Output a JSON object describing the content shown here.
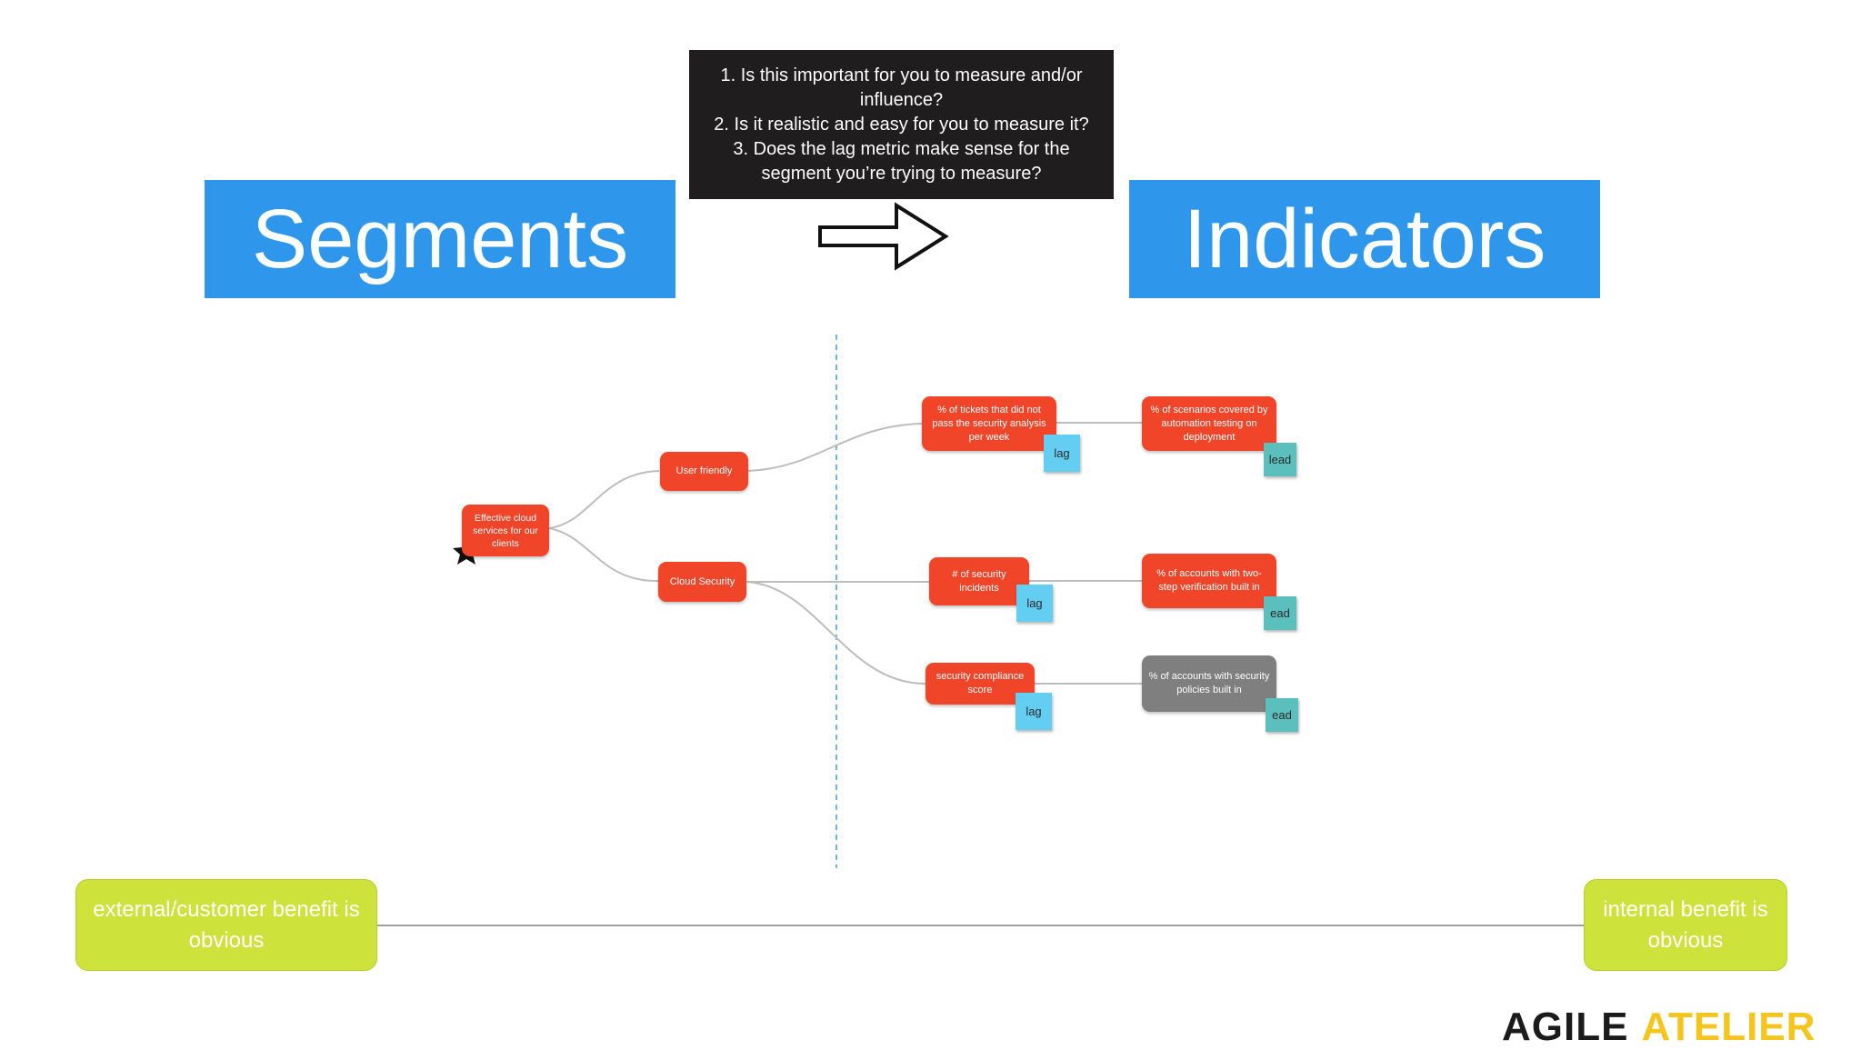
{
  "question_box": {
    "lines": [
      "1. Is this important for you to measure and/or",
      "influence?",
      "2. Is it realistic and easy for you to measure it?",
      "3. Does the lag metric make sense for the",
      "segment you’re trying to measure?"
    ]
  },
  "headers": {
    "segments": "Segments",
    "indicators": "Indicators"
  },
  "nodes": {
    "root": "Effective cloud services for our clients",
    "user_friendly": "User friendly",
    "cloud_security": "Cloud Security",
    "tickets": "% of tickets that did not pass the security analysis per week",
    "scenarios": "% of scenarios covered by automation testing on deployment",
    "incidents": "# of security incidents",
    "two_step": "% of accounts with two-step verification built in",
    "compliance": "security compliance score",
    "policies": "% of accounts with security policies built in"
  },
  "stickies": {
    "lag_1": "lag",
    "lead_1": "lead",
    "lag_2": "lag",
    "lead_2": "ead",
    "lag_3": "lag",
    "lead_3": "ead"
  },
  "spectrum": {
    "left": "external/customer benefit is obvious",
    "right": "internal benefit is obvious"
  },
  "logo": {
    "word1": "AGILE",
    "word2": "ATELIER"
  },
  "colors": {
    "banner": "#2e97ec",
    "node": "#f1452a",
    "node_grey": "#7f7f7f",
    "lag_sticky": "#63cdf2",
    "lead_sticky": "#5bbfbd",
    "benefit": "#cde23b",
    "question_box": "#1f1d1d"
  }
}
